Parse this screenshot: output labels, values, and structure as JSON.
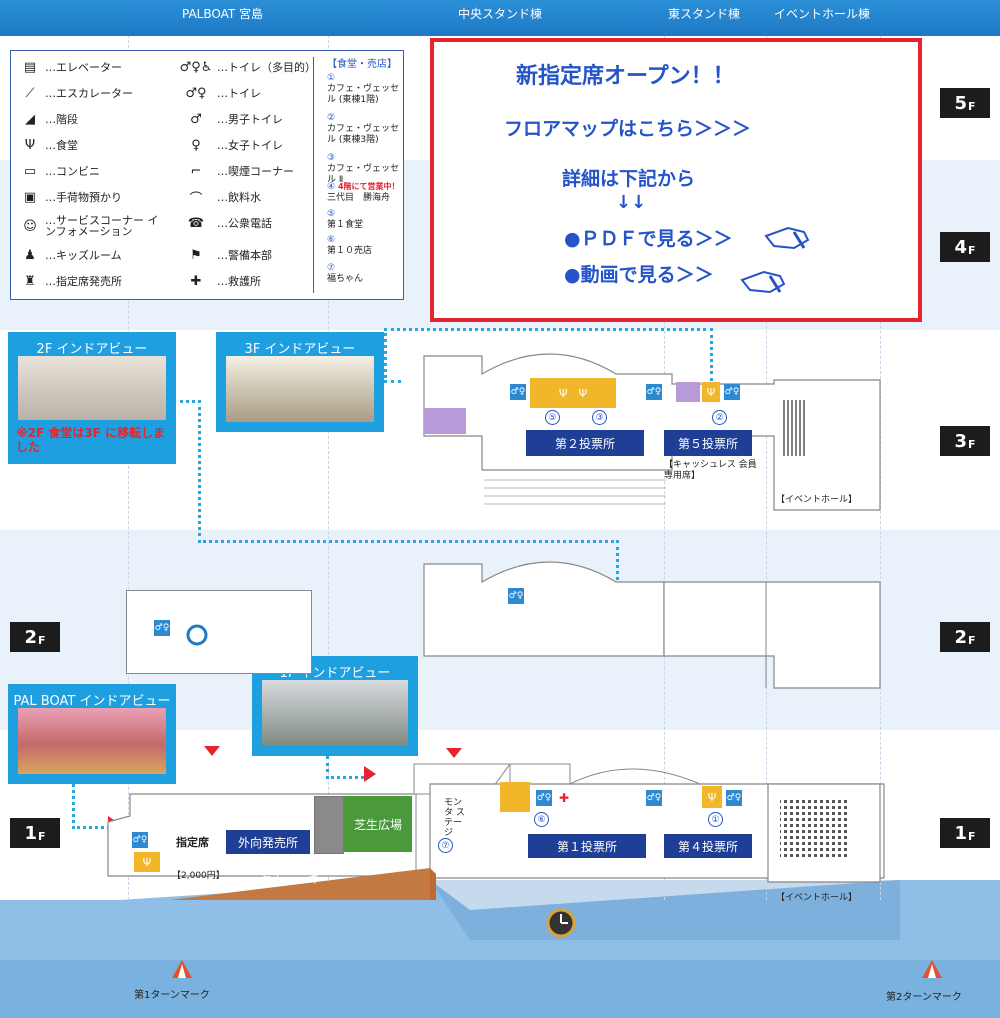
{
  "header": {
    "labels": [
      "PALBOAT 宮島",
      "中央スタンド棟",
      "東スタンド棟",
      "イベントホール棟"
    ]
  },
  "floors": {
    "f5": "5",
    "f4": "4",
    "f3": "3",
    "f2": "2",
    "f1": "1",
    "suffix": "F"
  },
  "legend": {
    "left": [
      {
        "icon": "elevator-icon",
        "glyph": "▤",
        "label": "…エレベーター"
      },
      {
        "icon": "escalator-icon",
        "glyph": "⟋",
        "label": "…エスカレーター"
      },
      {
        "icon": "stairs-icon",
        "glyph": "◢",
        "label": "…階段"
      },
      {
        "icon": "cafeteria-icon",
        "glyph": "🍴",
        "label": "…食堂"
      },
      {
        "icon": "convenience-store-icon",
        "glyph": "▭",
        "label": "…コンビニ"
      },
      {
        "icon": "baggage-icon",
        "glyph": "▣",
        "label": "…手荷物預かり"
      },
      {
        "icon": "service-corner-icon",
        "glyph": "☺",
        "label": "…サービスコーナー インフォメーション"
      },
      {
        "icon": "kids-room-icon",
        "glyph": "♟",
        "label": "…キッズルーム"
      },
      {
        "icon": "reserved-seat-office-icon",
        "glyph": "♜",
        "label": "…指定席発売所"
      }
    ],
    "right": [
      {
        "icon": "multipurpose-toilet-icon",
        "glyph": "♿",
        "label": "…トイレ（多目的）"
      },
      {
        "icon": "toilet-icon",
        "glyph": "♂♀",
        "label": "…トイレ"
      },
      {
        "icon": "mens-toilet-icon",
        "glyph": "♂",
        "label": "…男子トイレ"
      },
      {
        "icon": "womens-toilet-icon",
        "glyph": "♀",
        "label": "…女子トイレ"
      },
      {
        "icon": "smoking-icon",
        "glyph": "⌐",
        "label": "…喫煙コーナー"
      },
      {
        "icon": "water-fountain-icon",
        "glyph": "⛲",
        "label": "…飲料水"
      },
      {
        "icon": "payphone-icon",
        "glyph": "☎",
        "label": "…公衆電話"
      },
      {
        "icon": "security-hq-icon",
        "glyph": "⚑",
        "label": "…警備本部"
      },
      {
        "icon": "first-aid-icon",
        "glyph": "✚",
        "label": "…救護所"
      }
    ],
    "shops_title": "【食堂・売店】",
    "shops": [
      {
        "n": "①",
        "text": "カフェ・ヴェッセル (東棟1階)"
      },
      {
        "n": "②",
        "text": "カフェ・ヴェッセル (東棟3階)"
      },
      {
        "n": "③",
        "text": "カフェ・ヴェッセル Ⅱ"
      },
      {
        "n": "④",
        "text": "4階にて営業中！",
        "sub": "三代目　勝海舟"
      },
      {
        "n": "⑤",
        "text": "第１食堂"
      },
      {
        "n": "⑥",
        "text": "第１０売店"
      },
      {
        "n": "⑦",
        "text": "福ちゃん"
      }
    ]
  },
  "promo": {
    "headline": "新指定席オープン！！",
    "floor_map": "フロアマップはこちら＞＞＞",
    "details": "詳細は下記から",
    "arrows": "↓↓",
    "pdf": "●ＰＤＦで見る＞＞",
    "video": "●動画で見る＞＞"
  },
  "views": {
    "v2f": {
      "title": "2F インドアビュー",
      "note": "※2F 食堂は3F に移転しました"
    },
    "v3f": {
      "title": "3F インドアビュー"
    },
    "v1f": {
      "title": "1F インドアビュー"
    },
    "vpal": {
      "title": "PAL BOAT インドアビュー"
    }
  },
  "map": {
    "f3": {
      "vote2": "第２投票所",
      "vote5": "第５投票所",
      "cashless": "【キャッシュレス 会員専用席】",
      "event": "【イベントホール】",
      "n5": "⑤",
      "n3": "③",
      "n2": "②"
    },
    "f1": {
      "vote1": "第１投票所",
      "vote4": "第４投票所",
      "outer": "外向発売所",
      "reserved": "指定席",
      "price": "【2,000円】",
      "lawn": "芝生広場",
      "deck": "海上デッキ",
      "stage": "モンタ ステージ",
      "event": "【イベントホール】",
      "n6": "⑥",
      "n1": "①",
      "n7": "⑦"
    },
    "turn1": "第1ターンマーク",
    "turn2": "第2ターンマーク"
  },
  "colors": {
    "accent": "#1e9fe0",
    "vote": "#1f3f96",
    "promo_border": "#e4252f",
    "promo_text": "#2454c8"
  }
}
